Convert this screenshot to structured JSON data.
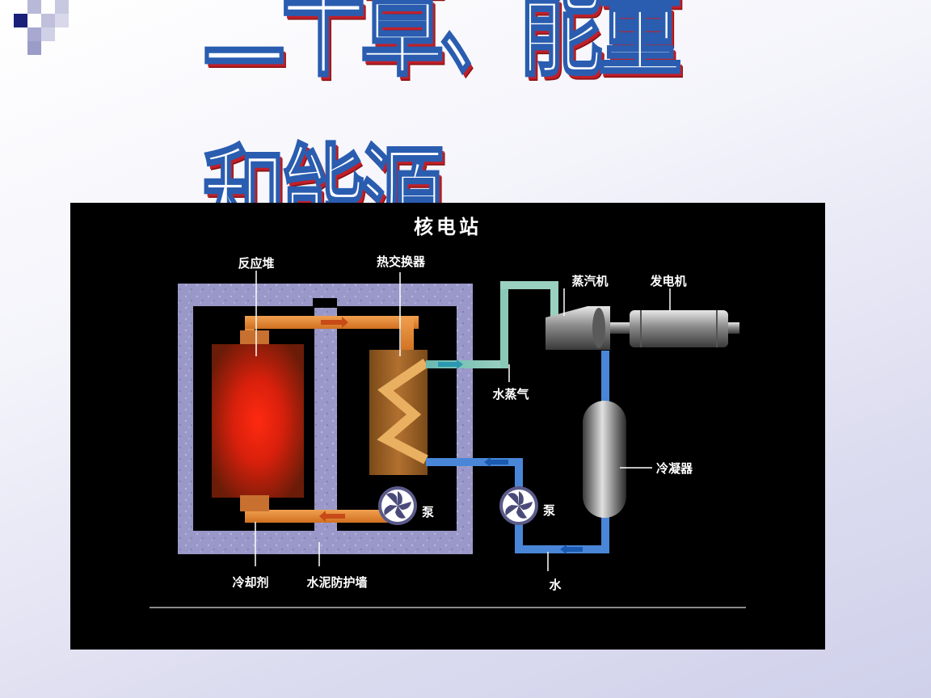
{
  "slide": {
    "title": "二十章、能量和能源"
  },
  "diagram": {
    "title": "核电站",
    "labels": {
      "reactor": "反应堆",
      "heat_exchanger": "热交换器",
      "steam_engine": "蒸汽机",
      "generator": "发电机",
      "steam": "水蒸气",
      "condenser": "冷凝器",
      "pump_left": "泵",
      "pump_right": "泵",
      "coolant": "冷却剂",
      "concrete_wall": "水泥防护墙",
      "water": "水"
    }
  },
  "colors": {
    "coolant_pipe": "#e8902e",
    "water_pipe": "#4a86d8",
    "concrete_wall": "#9a98c8",
    "reactor_core": "#ff2a10",
    "background": "#000000"
  }
}
